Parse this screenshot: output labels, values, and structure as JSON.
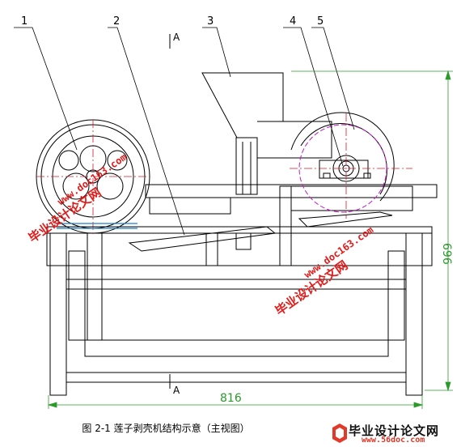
{
  "drawing": {
    "part_labels": [
      "1",
      "2",
      "3",
      "4",
      "5"
    ],
    "section_mark_top": "A",
    "section_mark_bottom": "A",
    "width_dimension": "816",
    "height_dimension": "696",
    "caption": "图 2-1  莲子剥壳机结构示意（主视图）"
  },
  "watermarks": [
    {
      "title": "毕业设计论文网",
      "url": "www.doc163.com"
    },
    {
      "title": "毕业设计论文网",
      "url": "www.doc163.com"
    }
  ],
  "logo": {
    "title": "毕业设计论文网",
    "url": "www.56doc.com"
  },
  "colors": {
    "line": "#000000",
    "dimension": "#2a9a2a",
    "center_line": "#d11a2a",
    "phantom": "#c31ac3",
    "watermark": "#e21b1b",
    "belt": "#1a7fc3"
  }
}
